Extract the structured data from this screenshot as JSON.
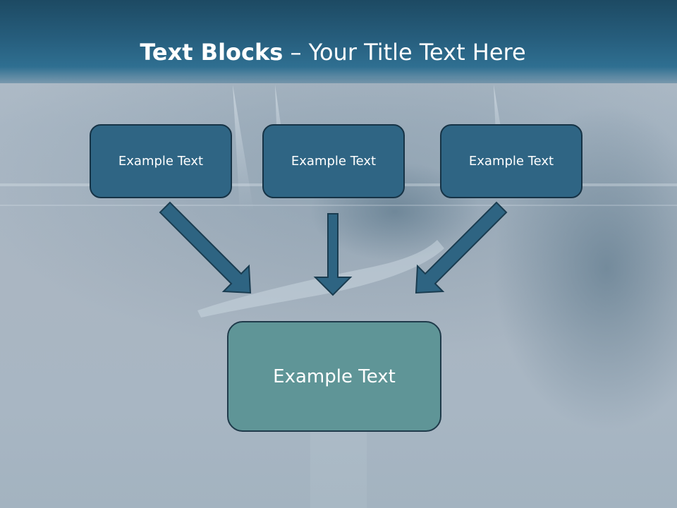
{
  "slide": {
    "title_bold": "Text Blocks",
    "title_rest": " – Your Title Text Here"
  },
  "boxes": {
    "left": "Example Text",
    "middle": "Example Text",
    "right": "Example Text",
    "bottom": "Example Text"
  },
  "colors": {
    "header_band": "#265d7c",
    "small_box_fill": "#2f6584",
    "small_box_border": "#163346",
    "bottom_box_fill": "#5f9597",
    "arrow_fill": "#2e6482",
    "arrow_stroke": "#1a3c50"
  }
}
